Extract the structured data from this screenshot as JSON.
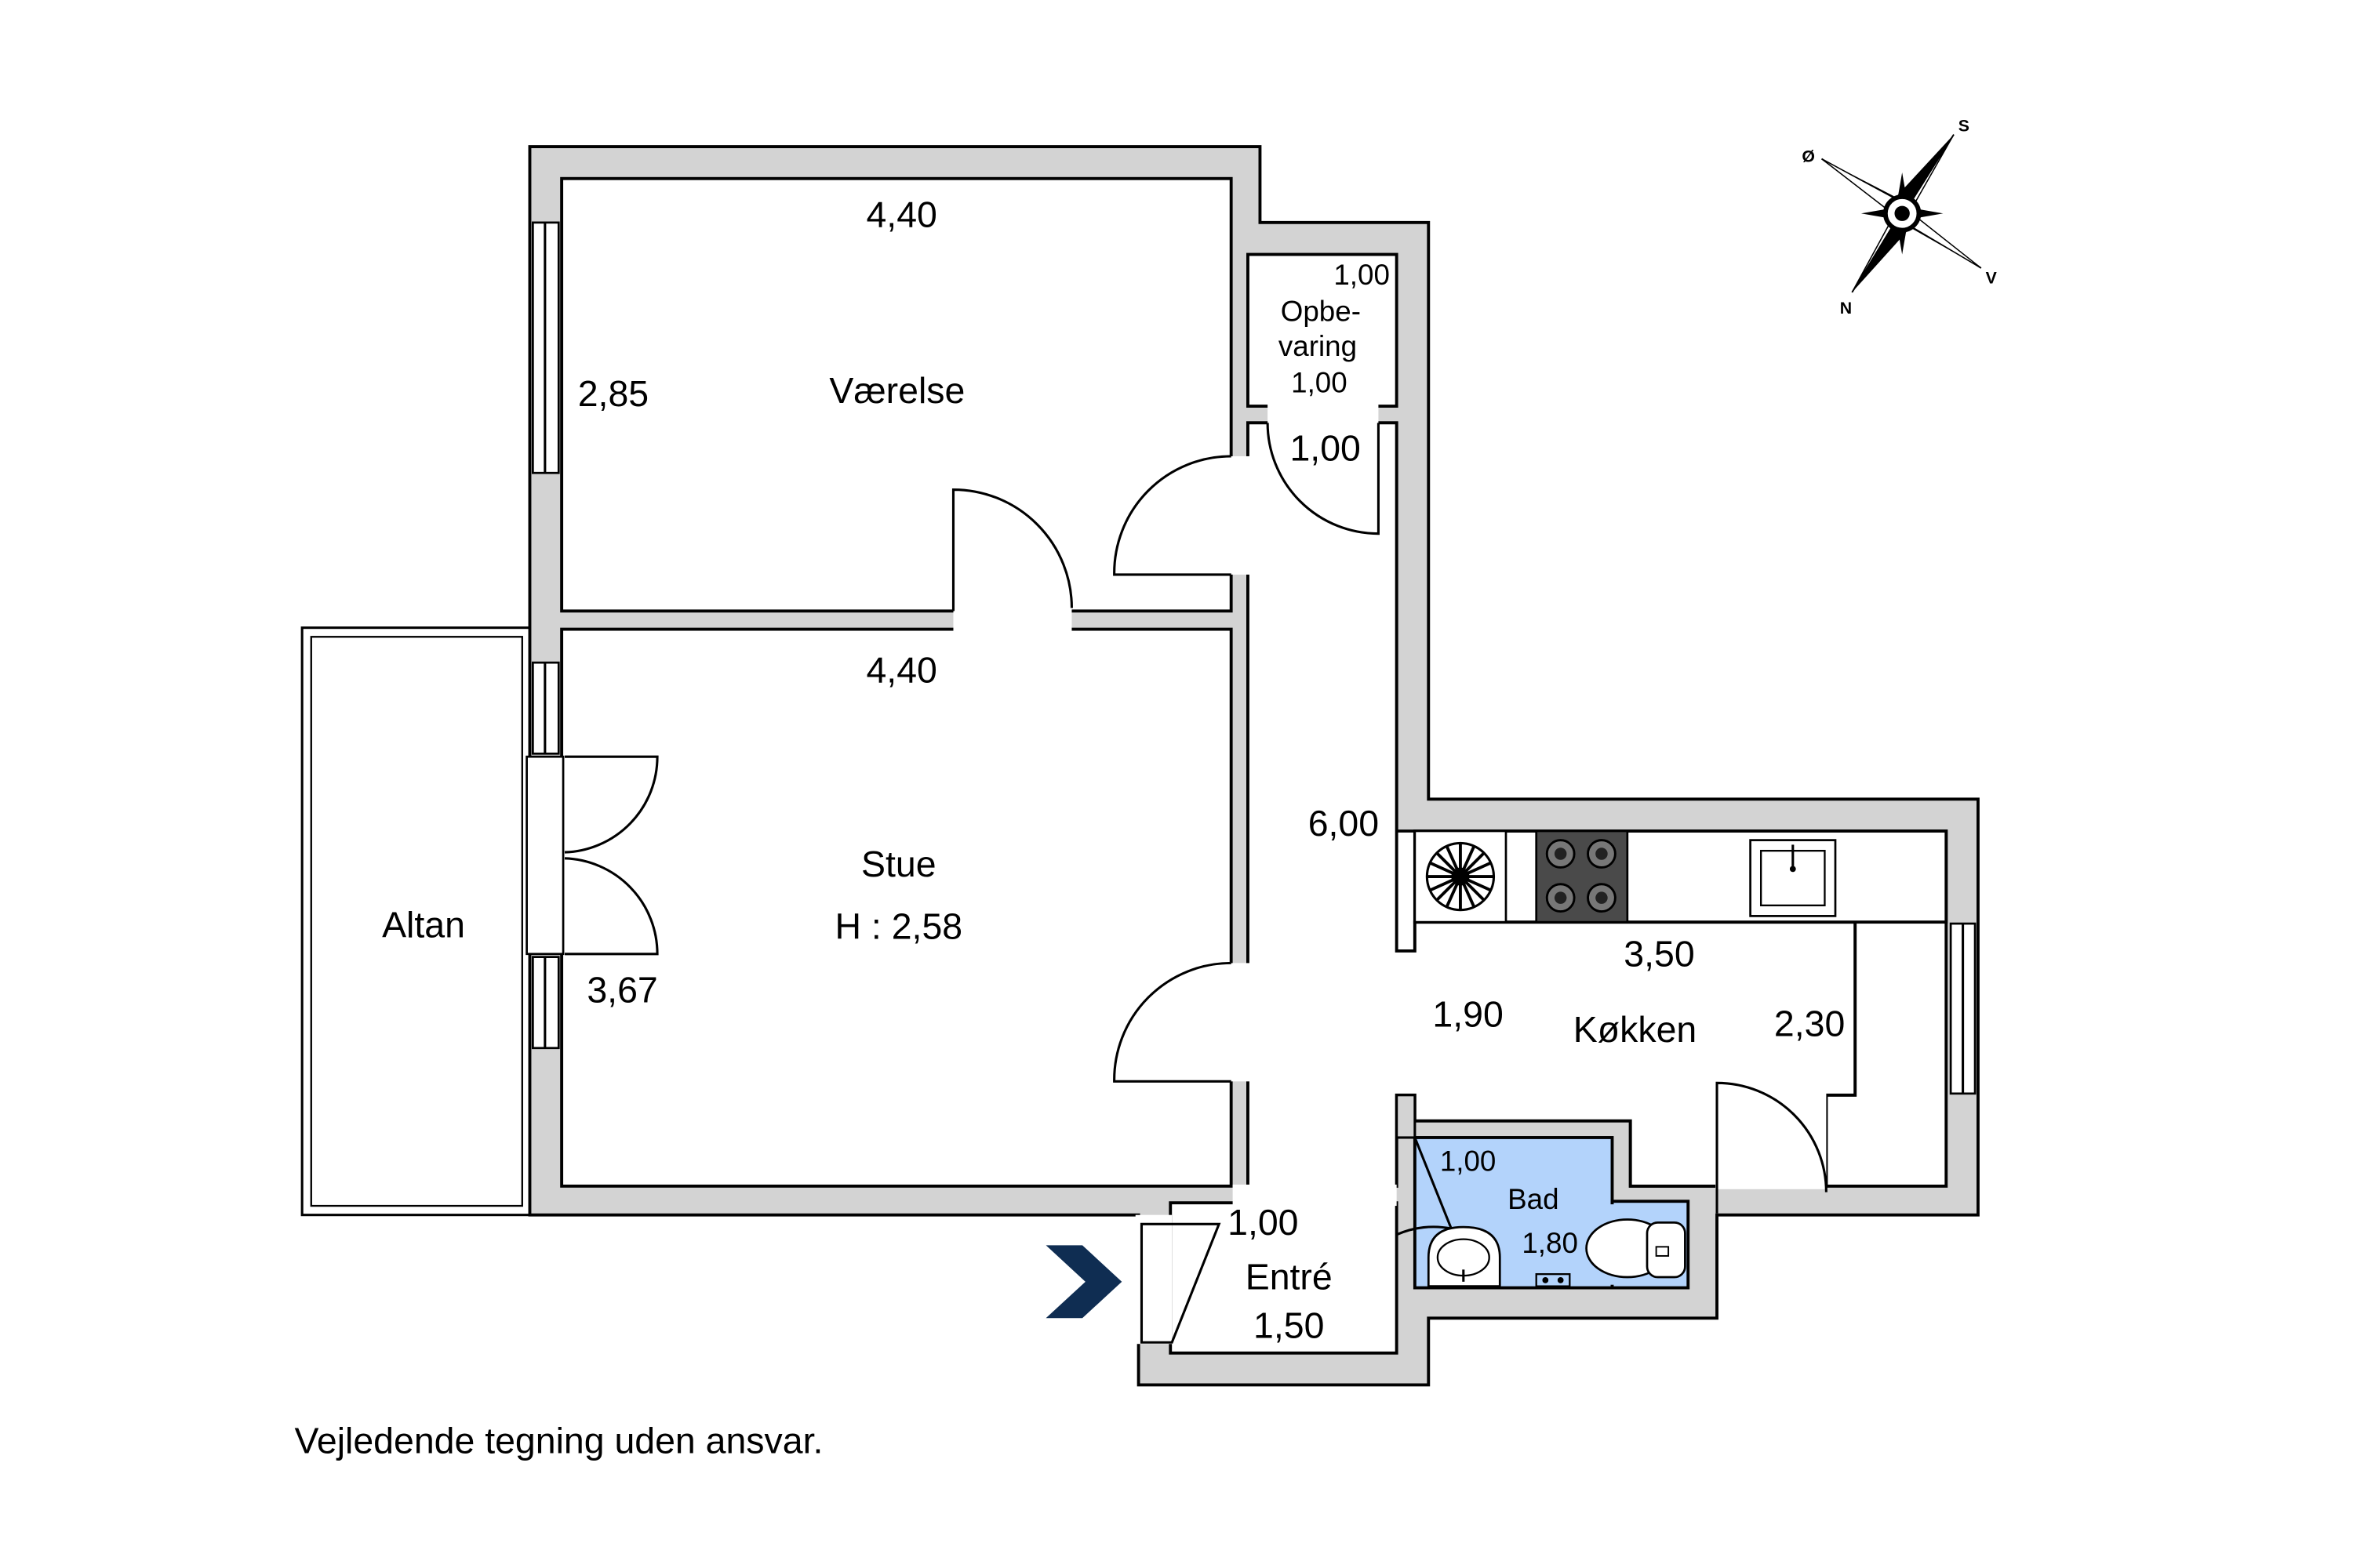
{
  "colors": {
    "wall": "#d3d3d3",
    "bathroom_floor": "#b3d3fb",
    "entry_arrow": "#0f2d52",
    "stove": "#4a4a4a"
  },
  "icons": {
    "entry_arrow": "chevron-right-icon",
    "compass": "compass-rose-icon",
    "stove": "stove-icon",
    "sink": "sink-icon",
    "toilet": "toilet-icon",
    "washbasin": "washbasin-icon",
    "fan": "exhaust-fan-icon"
  },
  "rooms": {
    "vaerelse": {
      "name": "Værelse",
      "width": "4,40",
      "depth": "2,85"
    },
    "stue": {
      "name": "Stue",
      "height": "H : 2,58",
      "width": "4,40",
      "depth": "3,67"
    },
    "altan": {
      "name": "Altan"
    },
    "opbevaring": {
      "name_line1": "Opbe-",
      "name_line2": "varing",
      "width": "1,00",
      "depth": "1,00"
    },
    "hall": {
      "length": "6,00",
      "width": "1,00"
    },
    "koekken": {
      "name": "Køkken",
      "width": "3,50",
      "depth": "2,30",
      "side": "1,90"
    },
    "bad": {
      "name": "Bad",
      "width": "1,00",
      "depth": "1,80"
    },
    "entre": {
      "name": "Entré",
      "width": "1,00",
      "depth": "1,50"
    }
  },
  "compass": {
    "north": "N",
    "south": "S",
    "east": "Ø",
    "west": "V"
  },
  "footer": {
    "disclaimer": "Vejledende tegning uden ansvar."
  }
}
